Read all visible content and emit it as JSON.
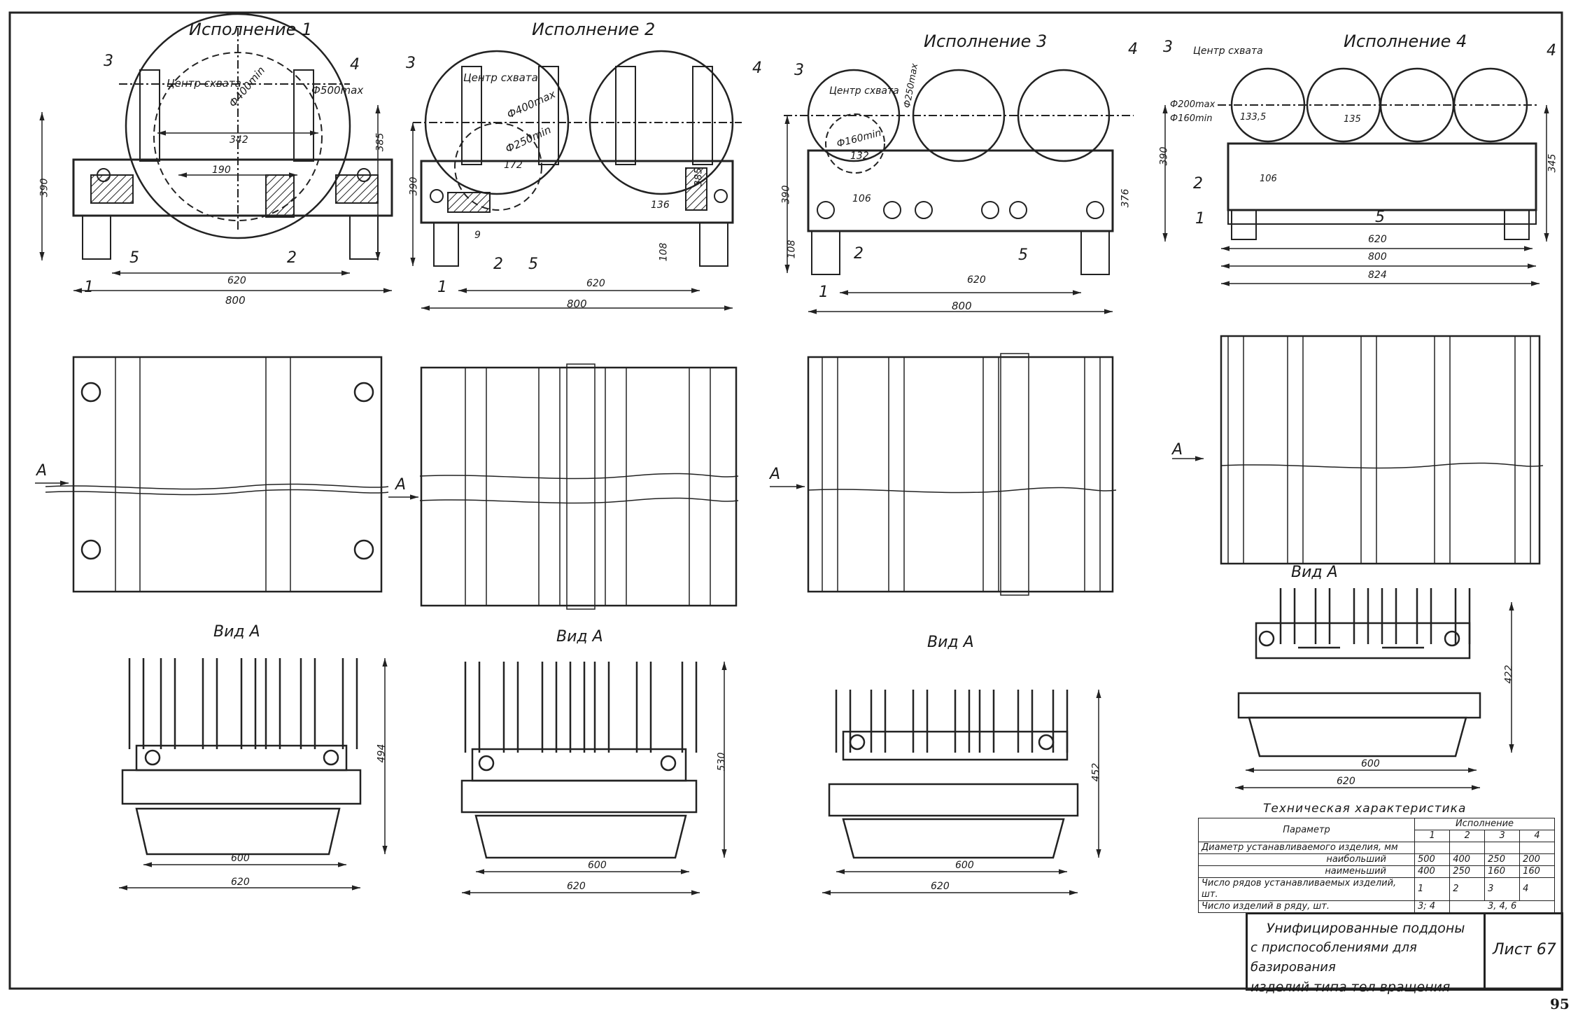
{
  "views": [
    {
      "title": "Исполнение 1",
      "view_a": "Вид А",
      "arrow": "A",
      "center_label": "Центр схвата",
      "diameters": [
        "Ф400min",
        "Ф500max"
      ],
      "dims_top": [
        "342",
        "190",
        "390",
        "385",
        "620",
        "800"
      ],
      "callouts": [
        "3",
        "4",
        "5",
        "2",
        "1"
      ],
      "dims_a": [
        "494",
        "600",
        "620"
      ]
    },
    {
      "title": "Исполнение 2",
      "view_a": "Вид А",
      "arrow": "A",
      "center_label": "Центр схвата",
      "diameters": [
        "Ф400max",
        "Ф250min"
      ],
      "dims_top": [
        "172",
        "390",
        "385",
        "136",
        "9",
        "108",
        "620",
        "800"
      ],
      "callouts": [
        "3",
        "4",
        "2",
        "5",
        "1"
      ],
      "dims_a": [
        "530",
        "600",
        "620"
      ]
    },
    {
      "title": "Исполнение 3",
      "view_a": "Вид А",
      "arrow": "A",
      "center_label": "Центр схвата",
      "diameters": [
        "Ф250max",
        "Ф160min"
      ],
      "dims_top": [
        "132",
        "106",
        "390",
        "376",
        "108",
        "620",
        "800"
      ],
      "callouts": [
        "3",
        "4",
        "2",
        "5",
        "1"
      ],
      "dims_a": [
        "452",
        "600",
        "620"
      ]
    },
    {
      "title": "Исполнение 4",
      "view_a": "Вид А",
      "arrow": "A",
      "center_label": "Центр схвата",
      "diameters": [
        "Ф200max",
        "Ф160min"
      ],
      "dims_top": [
        "133,5",
        "135",
        "106",
        "390",
        "345",
        "620",
        "800",
        "824"
      ],
      "callouts": [
        "3",
        "4",
        "2",
        "5",
        "1"
      ],
      "dims_a": [
        "422",
        "600",
        "620"
      ]
    }
  ],
  "tech_table": {
    "caption": "Техническая характеристика",
    "col_param": "Параметр",
    "col_exec": "Исполнение",
    "exec_nums": [
      "1",
      "2",
      "3",
      "4"
    ],
    "rows": [
      {
        "param": "Диаметр устанавливаемого изделия, мм",
        "values": [
          "",
          "",
          "",
          ""
        ]
      },
      {
        "param": "наибольший",
        "values": [
          "500",
          "400",
          "250",
          "200"
        ]
      },
      {
        "param": "наименьший",
        "values": [
          "400",
          "250",
          "160",
          "160"
        ]
      },
      {
        "param": "Число рядов устанавливаемых изделий, шт.",
        "values": [
          "1",
          "2",
          "3",
          "4"
        ]
      },
      {
        "param": "Число изделий в ряду, шт.",
        "values": [
          "3; 4",
          "3, 4, 6",
          "",
          ""
        ]
      }
    ]
  },
  "title_block": {
    "title_lines": [
      "Унифицированные поддоны",
      "с приспособлениями для базирования",
      "изделий типа тел вращения"
    ],
    "sheet": "Лист 67"
  },
  "page_number": "95"
}
